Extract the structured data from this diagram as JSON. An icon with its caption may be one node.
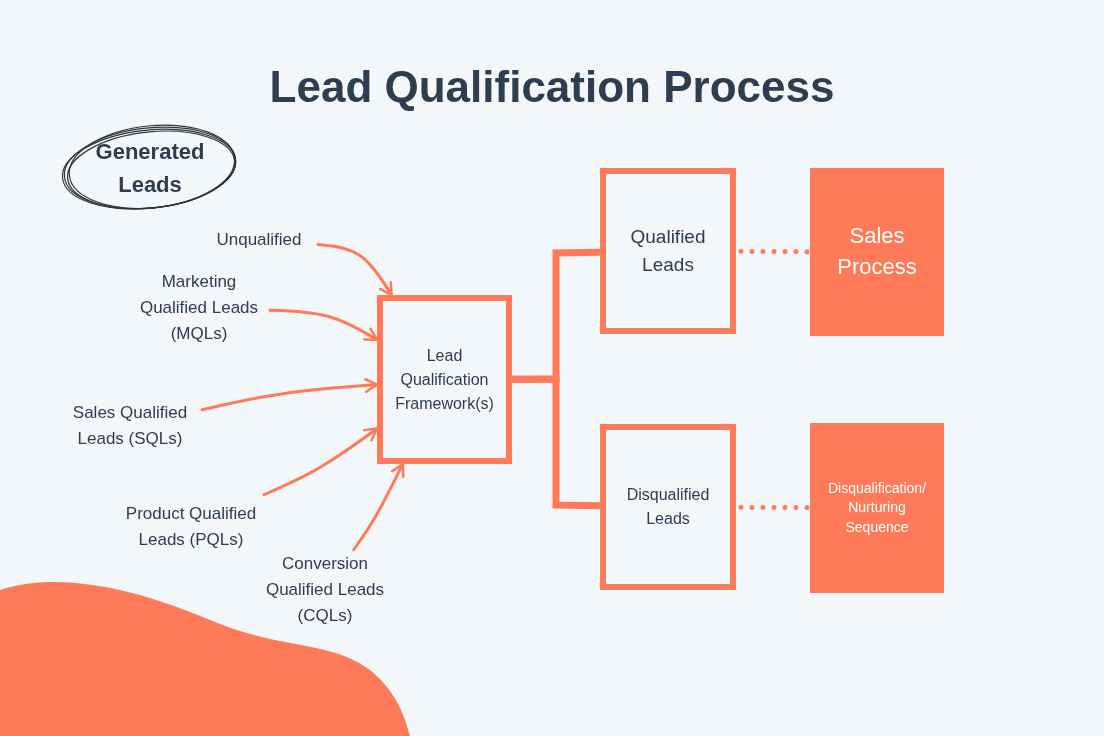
{
  "diagram": {
    "title": "Lead Qualification Process",
    "nodes": [
      {
        "text": [
          "Generated Leads"
        ]
      },
      {
        "text": [
          "Unqualified"
        ]
      },
      {
        "text": [
          "Marketing Qualified Leads (MQLs)"
        ]
      },
      {
        "text": [
          "Sales Qualified Leads (SQLs)"
        ]
      },
      {
        "text": [
          "Product Qualified Leads (PQLs)"
        ]
      },
      {
        "text": [
          "Conversion Qualified Leads (CQLs)"
        ]
      },
      {
        "text": [
          "Lead Qualification Framework(s)"
        ]
      },
      {
        "text": [
          "Qualified Leads"
        ]
      },
      {
        "text": [
          "Sales Process"
        ]
      },
      {
        "text": [
          "Disqualified Leads"
        ]
      },
      {
        "text": [
          "Disqualification/ Nurturing Sequence"
        ]
      }
    ],
    "edges": [
      {
        "from": 1,
        "to": 6,
        "arrow": "to"
      },
      {
        "from": 2,
        "to": 6,
        "arrow": "to"
      },
      {
        "from": 3,
        "to": 6,
        "arrow": "to"
      },
      {
        "from": 4,
        "to": 6,
        "arrow": "to"
      },
      {
        "from": 5,
        "to": 6,
        "arrow": "to"
      },
      {
        "from": 6,
        "to": 7,
        "arrow": "none",
        "style": "thick"
      },
      {
        "from": 6,
        "to": 9,
        "arrow": "none",
        "style": "thick"
      },
      {
        "from": 7,
        "to": 8,
        "arrow": "none",
        "style": "dashed"
      },
      {
        "from": 9,
        "to": 10,
        "arrow": "none",
        "style": "dashed"
      }
    ]
  }
}
